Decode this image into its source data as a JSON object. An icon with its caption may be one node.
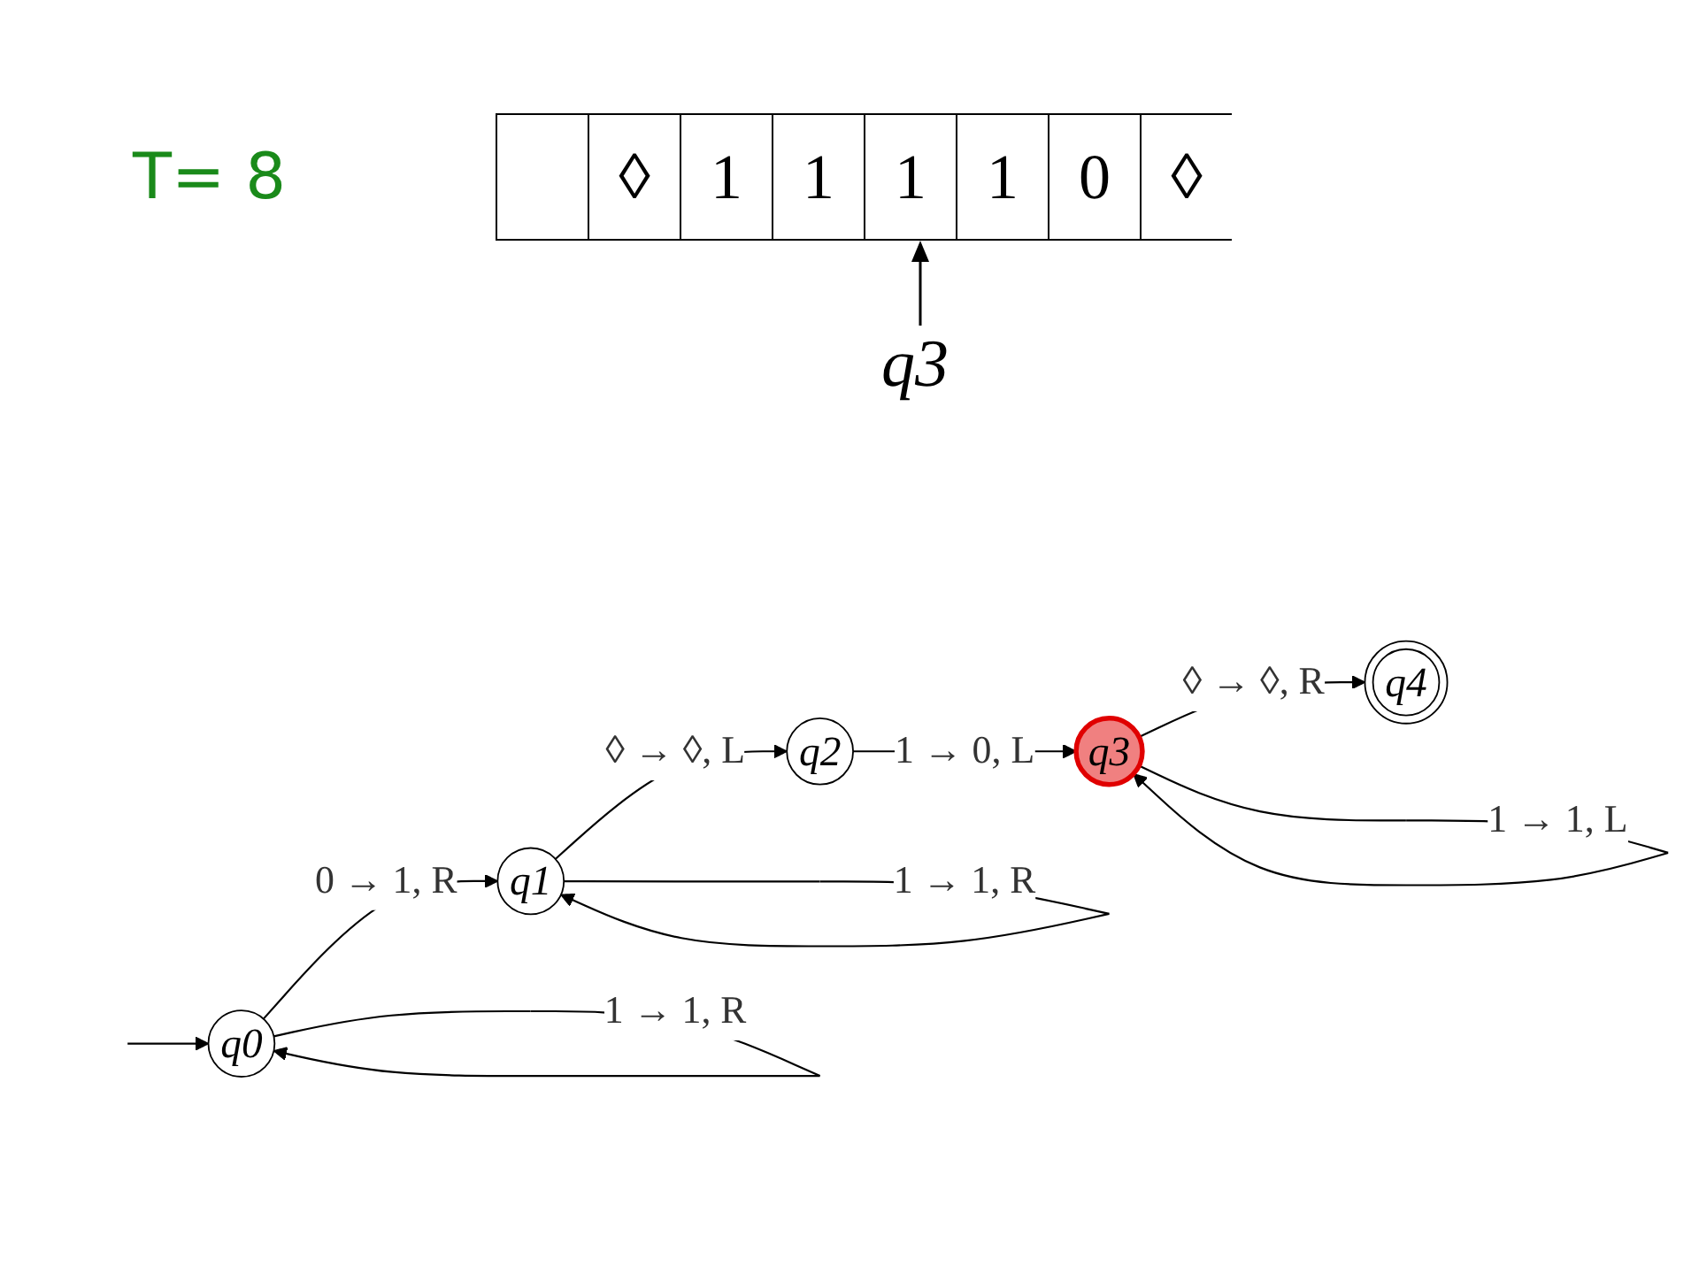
{
  "diagram": {
    "nodes": [
      {
        "text": [
          "q0"
        ]
      },
      {
        "text": [
          "q1"
        ]
      },
      {
        "text": [
          "q2"
        ]
      },
      {
        "text": [
          "q3"
        ]
      },
      {
        "text": [
          "q4"
        ]
      }
    ],
    "edges": [
      {
        "from": null,
        "to": 0,
        "arrow": "to"
      },
      {
        "from": 0,
        "to": 1,
        "arrow": "to",
        "label": "0 → 1, R"
      },
      {
        "from": 1,
        "to": 2,
        "arrow": "to",
        "label": "◊ → ◊, L"
      },
      {
        "from": 2,
        "to": 3,
        "arrow": "to",
        "label": "1 → 0, L"
      },
      {
        "from": 3,
        "to": 4,
        "arrow": "to",
        "label": "◊ → ◊, R"
      },
      {
        "from": 0,
        "to": 0,
        "arrow": "to",
        "label": "1 → 1, R"
      },
      {
        "from": 1,
        "to": 1,
        "arrow": "to",
        "label": "1 → 1, R"
      },
      {
        "from": 3,
        "to": 3,
        "arrow": "to",
        "label": "1 → 1, L"
      }
    ],
    "labels": [
      "T= 8",
      "◊",
      "1",
      "1",
      "1",
      "1",
      "0",
      "◊",
      "q3"
    ]
  }
}
